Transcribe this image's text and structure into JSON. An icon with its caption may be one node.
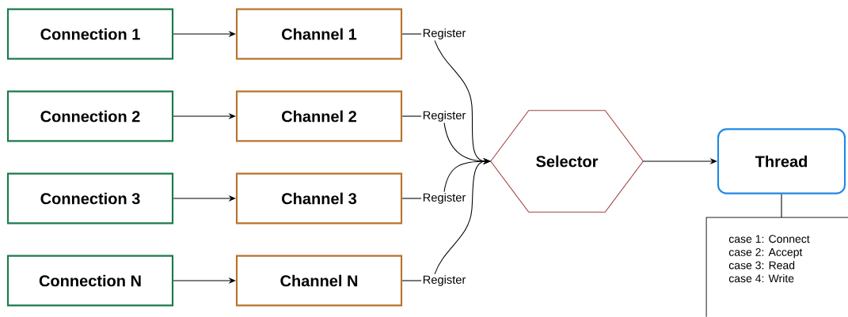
{
  "diagram": {
    "nodes": [
      {
        "text": [
          "Connection 1"
        ]
      },
      {
        "text": [
          "Channel 1"
        ]
      },
      {
        "text": [
          "Register"
        ]
      },
      {
        "text": [
          "Connection 2"
        ]
      },
      {
        "text": [
          "Channel 2"
        ]
      },
      {
        "text": [
          "Register"
        ]
      },
      {
        "text": [
          "Connection 3"
        ]
      },
      {
        "text": [
          "Channel 3"
        ]
      },
      {
        "text": [
          "Register"
        ]
      },
      {
        "text": [
          "Connection N"
        ]
      },
      {
        "text": [
          "Channel N"
        ]
      },
      {
        "text": [
          "Register"
        ]
      },
      {
        "text": [
          "Selector"
        ]
      },
      {
        "text": [
          "Thread"
        ]
      },
      {
        "text": [
          "case 1: Connect",
          "case 2: Accept",
          "case 3: Read",
          "case 4: Write"
        ]
      }
    ],
    "edges": [
      {
        "from": 0,
        "to": 1,
        "arrow": "to"
      },
      {
        "from": 1,
        "to": 2,
        "arrow": "none"
      },
      {
        "from": 3,
        "to": 4,
        "arrow": "to"
      },
      {
        "from": 4,
        "to": 5,
        "arrow": "none"
      },
      {
        "from": 6,
        "to": 7,
        "arrow": "to"
      },
      {
        "from": 7,
        "to": 8,
        "arrow": "none"
      },
      {
        "from": 9,
        "to": 10,
        "arrow": "to"
      },
      {
        "from": 10,
        "to": 11,
        "arrow": "none"
      },
      {
        "from": 2,
        "to": 12,
        "arrow": "to"
      },
      {
        "from": 5,
        "to": 12,
        "arrow": "to"
      },
      {
        "from": 8,
        "to": 12,
        "arrow": "to"
      },
      {
        "from": 11,
        "to": 12,
        "arrow": "to"
      },
      {
        "from": 12,
        "to": 13,
        "arrow": "to"
      },
      {
        "from": 13,
        "to": 14,
        "arrow": "none"
      }
    ]
  }
}
